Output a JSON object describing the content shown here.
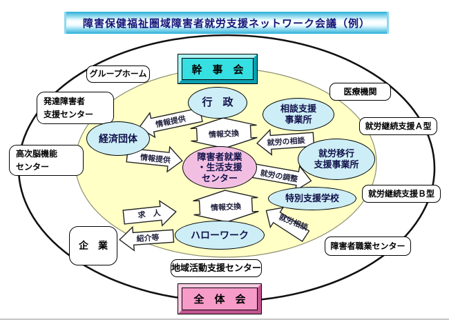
{
  "title": "障害保健福祉圏域障害者就労支援ネットワーク会議（例）",
  "committees": {
    "steering": "幹　事　会",
    "plenary": "全　体　会"
  },
  "core": {
    "center": "障害者就業\n・生活支援\nセンター"
  },
  "inner_nodes": {
    "gyosei": "行　政",
    "keizai": "経済団体",
    "sodan": "相談支援\n事業所",
    "ikou": "就労移行\n支援事業所",
    "tokubetsu": "特別支援学校",
    "hellowork": "ハローワーク"
  },
  "outer_nodes": {
    "group_home": "グループホーム",
    "hattatsu": "発達障害者\n支援センター",
    "koujinou": "高次脳機能\nセンター",
    "iryo": "医療機関",
    "keizoku_a": "就労継続支援Ａ型",
    "keizoku_b": "就労継続支援Ｂ型",
    "shokugyo": "障害者職業センター",
    "chiiki": "地域活動支援センター",
    "kigyo": "企　業"
  },
  "arrow_labels": {
    "joho_teikyo_1": "情報提供",
    "joho_kokan_1": "情報交換",
    "joho_teikyo_2": "情報提供",
    "shuro_sodan": "就労の相談",
    "shuro_chosei": "就労の調整",
    "joho_kokan_2": "情報交換",
    "shuro_sodan_2": "就労相談",
    "kyujin": "求　人",
    "shokai": "紹介等"
  },
  "colors": {
    "diagram_yellow": "#ffffc6",
    "node_cyan": "#cdeef6",
    "center_pink": "#f2bfe2",
    "steering_cyan": "#36dfe2",
    "plenary_pink": "#f79cc9",
    "title_navy": "#141478"
  }
}
